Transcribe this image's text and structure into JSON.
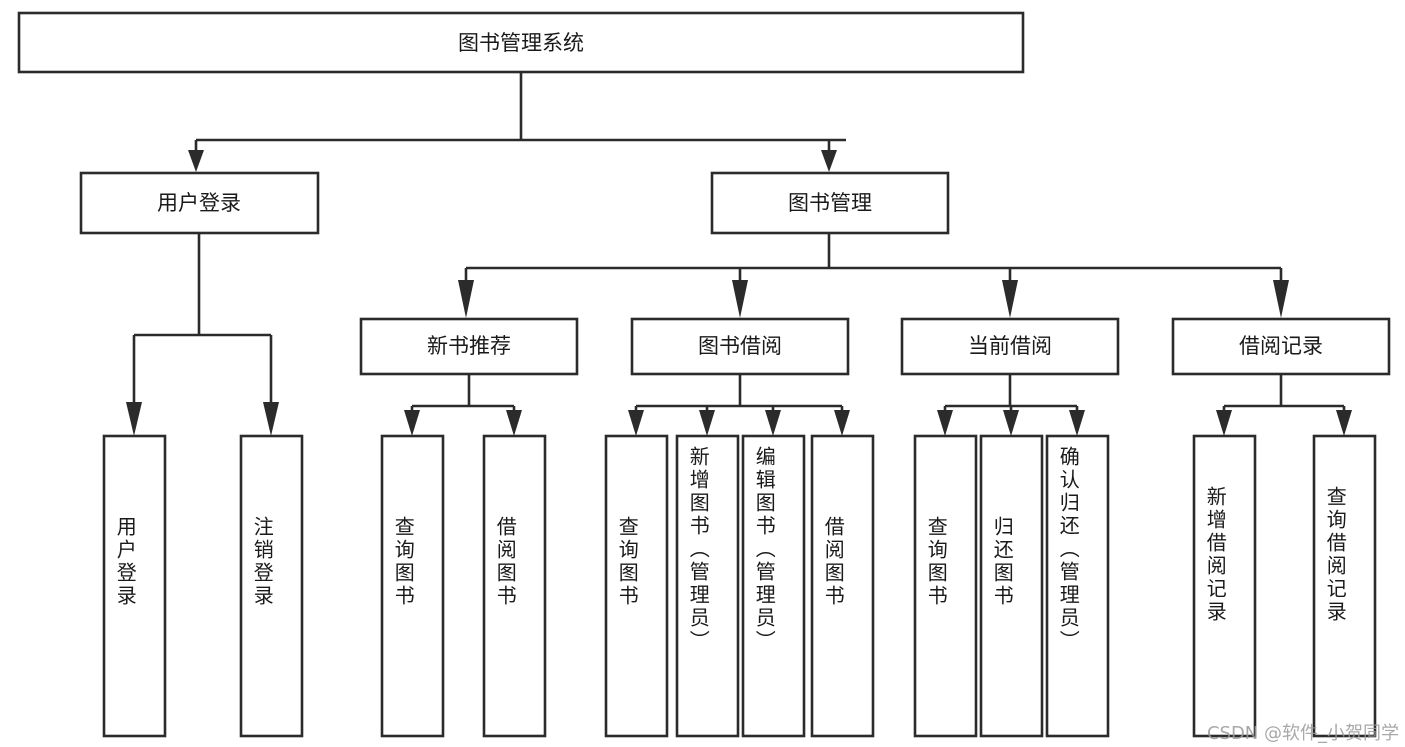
{
  "diagram": {
    "type": "tree-flowchart",
    "title": "图书管理系统",
    "watermark": "CSDN @软件_小贺同学",
    "colors": {
      "box_stroke": "#2b2b2b",
      "box_fill": "#ffffff",
      "text": "#1a1a1a",
      "background": "#ffffff",
      "watermark": "#9a9a9a"
    },
    "root": {
      "id": "root",
      "label": "图书管理系统"
    },
    "level2": [
      {
        "id": "user-login",
        "label": "用户登录"
      },
      {
        "id": "book-management",
        "label": "图书管理"
      }
    ],
    "level3": [
      {
        "id": "new-book-recommend",
        "label": "新书推荐",
        "parent": "book-management"
      },
      {
        "id": "book-borrow",
        "label": "图书借阅",
        "parent": "book-management"
      },
      {
        "id": "current-borrow",
        "label": "当前借阅",
        "parent": "book-management"
      },
      {
        "id": "borrow-record",
        "label": "借阅记录",
        "parent": "book-management"
      }
    ],
    "leaves": [
      {
        "id": "leaf-user-login",
        "label": "用户登录",
        "parent": "user-login"
      },
      {
        "id": "leaf-logout",
        "label": "注销登录",
        "parent": "user-login"
      },
      {
        "id": "leaf-query-book-1",
        "label": "查询图书",
        "parent": "new-book-recommend"
      },
      {
        "id": "leaf-borrow-book-1",
        "label": "借阅图书",
        "parent": "new-book-recommend"
      },
      {
        "id": "leaf-query-book-2",
        "label": "查询图书",
        "parent": "book-borrow"
      },
      {
        "id": "leaf-add-book",
        "label": "新增图书（管理员）",
        "parent": "book-borrow"
      },
      {
        "id": "leaf-edit-book",
        "label": "编辑图书（管理员）",
        "parent": "book-borrow"
      },
      {
        "id": "leaf-borrow-book-2",
        "label": "借阅图书",
        "parent": "book-borrow"
      },
      {
        "id": "leaf-query-book-3",
        "label": "查询图书",
        "parent": "current-borrow"
      },
      {
        "id": "leaf-return-book",
        "label": "归还图书",
        "parent": "current-borrow"
      },
      {
        "id": "leaf-confirm-return",
        "label": "确认归还（管理员）",
        "parent": "current-borrow"
      },
      {
        "id": "leaf-add-record",
        "label": "新增借阅记录",
        "parent": "borrow-record"
      },
      {
        "id": "leaf-query-record",
        "label": "查询借阅记录",
        "parent": "borrow-record"
      }
    ]
  }
}
